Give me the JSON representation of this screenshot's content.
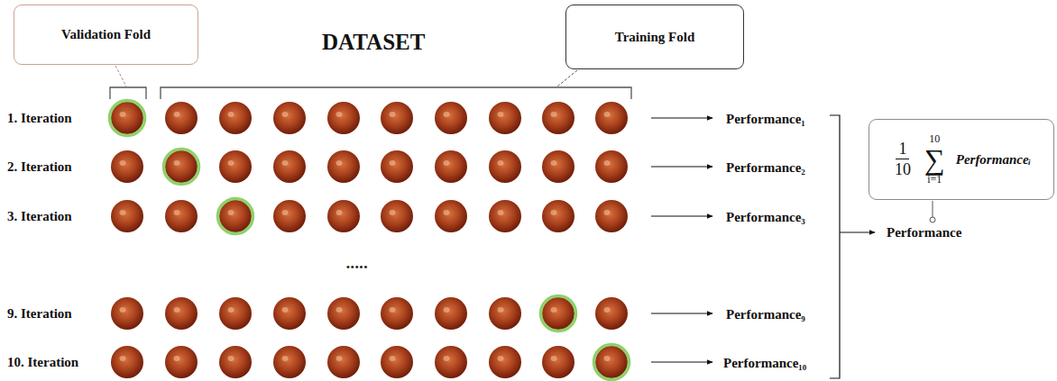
{
  "diagram": {
    "title": "DATASET",
    "nodes": [
      {
        "text": [
          "Validation Fold"
        ]
      },
      {
        "text": [
          "Training Fold"
        ]
      },
      {
        "text": [
          "1",
          "10",
          "10",
          "∑",
          "i=1",
          "Performanceᵢ"
        ]
      }
    ],
    "labels": [
      "1. Iteration",
      "Performance₁",
      "2. Iteration",
      "Performance₂",
      "3. Iteration",
      "Performance₃",
      "•••••",
      "9. Iteration",
      "Performance₉",
      "10. Iteration",
      "Performance₁₀",
      "Performance"
    ]
  }
}
